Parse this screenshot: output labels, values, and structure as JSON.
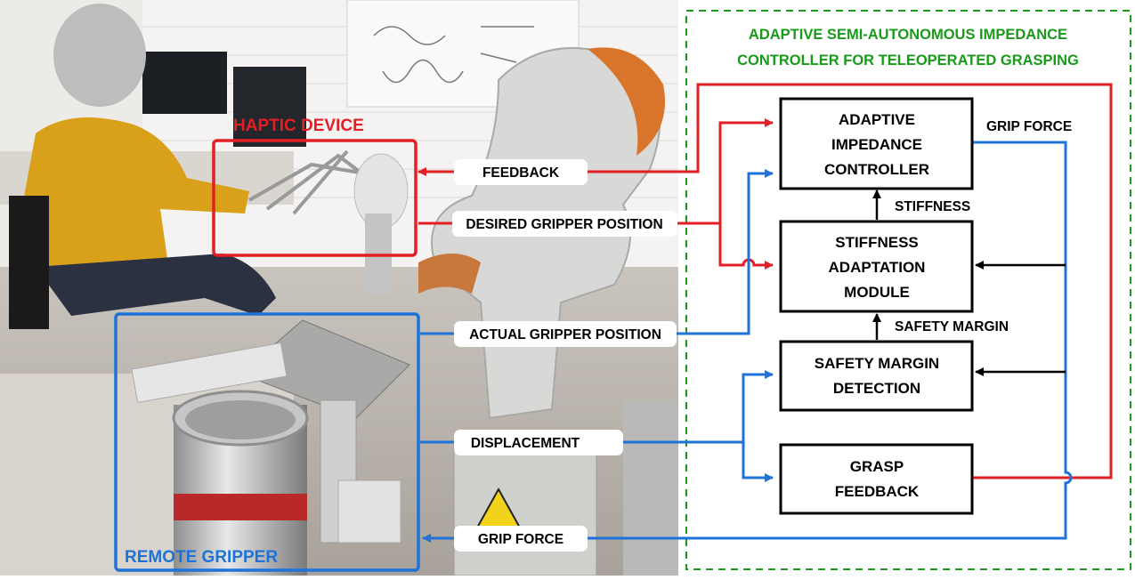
{
  "overlay_labels": {
    "haptic": "HAPTIC DEVICE",
    "remote": "REMOTE GRIPPER"
  },
  "panel": {
    "title_line1": "ADAPTIVE SEMI-AUTONOMOUS IMPEDANCE",
    "title_line2": "CONTROLLER FOR TELEOPERATED GRASPING"
  },
  "signals": {
    "feedback": "FEEDBACK",
    "desired": "DESIRED GRIPPER POSITION",
    "actual": "ACTUAL GRIPPER POSITION",
    "displacement": "DISPLACEMENT",
    "grip_bottom": "GRIP FORCE",
    "grip_top": "GRIP FORCE",
    "stiffness": "STIFFNESS",
    "safety_margin": "SAFETY MARGIN"
  },
  "blocks": {
    "impedance": [
      "ADAPTIVE",
      "IMPEDANCE",
      "CONTROLLER"
    ],
    "stiffness": [
      "STIFFNESS",
      "ADAPTATION",
      "MODULE"
    ],
    "safety": [
      "SAFETY MARGIN",
      "DETECTION"
    ],
    "grasp": [
      "GRASP",
      "FEEDBACK"
    ]
  },
  "colors": {
    "red": "#e31e24",
    "blue": "#1e73d8",
    "green": "#1a9a1a",
    "black": "#000000"
  }
}
